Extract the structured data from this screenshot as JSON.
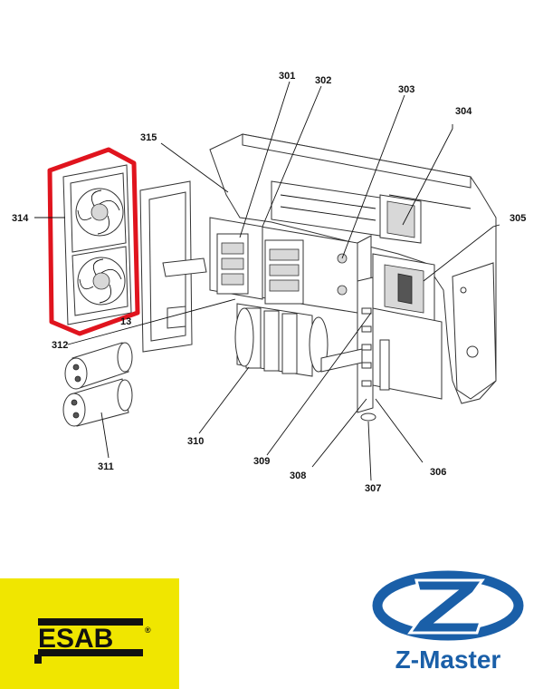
{
  "labels": {
    "p301": "301",
    "p302": "302",
    "p303": "303",
    "p304": "304",
    "p305": "305",
    "p306": "306",
    "p307": "307",
    "p308": "308",
    "p309": "309",
    "p310": "310",
    "p311": "311",
    "p312": "312",
    "p313": "13",
    "p314": "314",
    "p315": "315"
  },
  "logos": {
    "esab": {
      "text": "ESAB",
      "registered": "®",
      "bg_color": "#f0e600"
    },
    "zmaster": {
      "text": "Z-Master",
      "color": "#1a5fa8"
    }
  },
  "colors": {
    "highlight": "#e0141e",
    "line": "#333333"
  }
}
